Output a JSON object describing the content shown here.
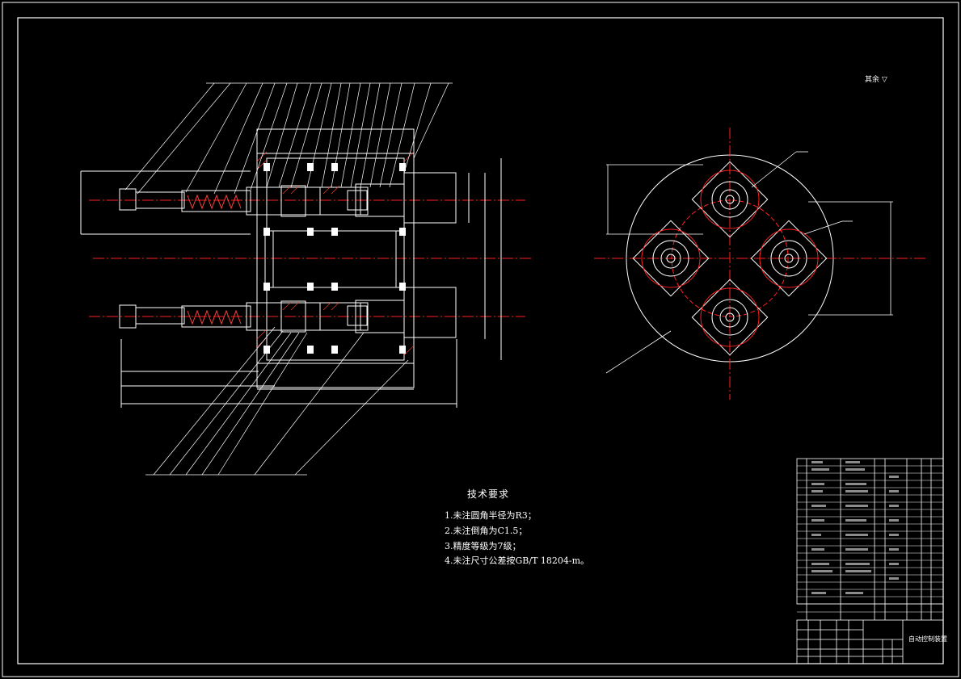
{
  "drawing": {
    "roughness_note": "其余 ▽",
    "technical_requirements": {
      "title": "技术要求",
      "items": [
        "1.未注圆角半径为R3；",
        "2.未注倒角为C1.5；",
        "3.精度等级为7级；",
        "4.未注尺寸公差按GB/T 18204-m。"
      ]
    },
    "title_block": {
      "drawing_name": "自动控制装置"
    },
    "colors": {
      "background": "#000000",
      "line": "#ffffff",
      "centerline": "#ff2020"
    }
  }
}
